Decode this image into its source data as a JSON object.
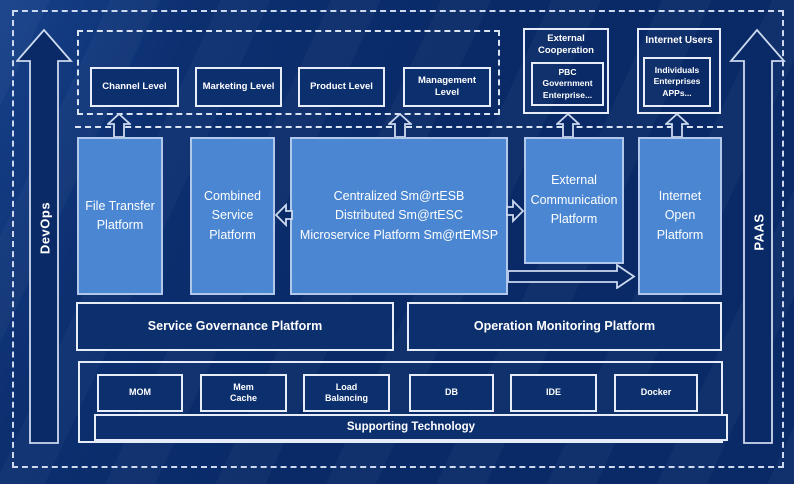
{
  "colors": {
    "background": "#092a67",
    "dark_box_fill": "#0c2f6e",
    "light_box_fill": "#4a86d2",
    "light_box_border": "#b2c8ea",
    "line_color": "#e6edf8",
    "text": "#ffffff"
  },
  "rails": {
    "devops": "DevOps",
    "paas": "PAAS"
  },
  "levels": {
    "items": [
      {
        "label": "Channel Level"
      },
      {
        "label": "Marketing Level"
      },
      {
        "label": "Product Level"
      },
      {
        "label": "Management Level"
      }
    ]
  },
  "external_cooperation": {
    "title": "External\nCooperation",
    "members": "PBC Government\nEnterprise..."
  },
  "internet_users": {
    "title": "Internet Users",
    "members": "Individuals\nEnterprises\nAPPs..."
  },
  "platforms": {
    "file_transfer": "File Transfer Platform",
    "combined_service": "Combined Service Platform",
    "esb": "Centralized Sm@rtESB\nDistributed Sm@rtESC\nMicroservice Platform Sm@rtEMSP",
    "external_communication": "External Communication Platform",
    "internet_open": "Internet Open Platform"
  },
  "governance": {
    "label": "Service Governance Platform"
  },
  "monitoring": {
    "label": "Operation Monitoring Platform"
  },
  "supporting": {
    "technologies": [
      {
        "label": "MOM"
      },
      {
        "label": "Mem\nCache"
      },
      {
        "label": "Load\nBalancing"
      },
      {
        "label": "DB"
      },
      {
        "label": "IDE"
      },
      {
        "label": "Docker"
      }
    ],
    "bar": "Supporting Technology"
  }
}
